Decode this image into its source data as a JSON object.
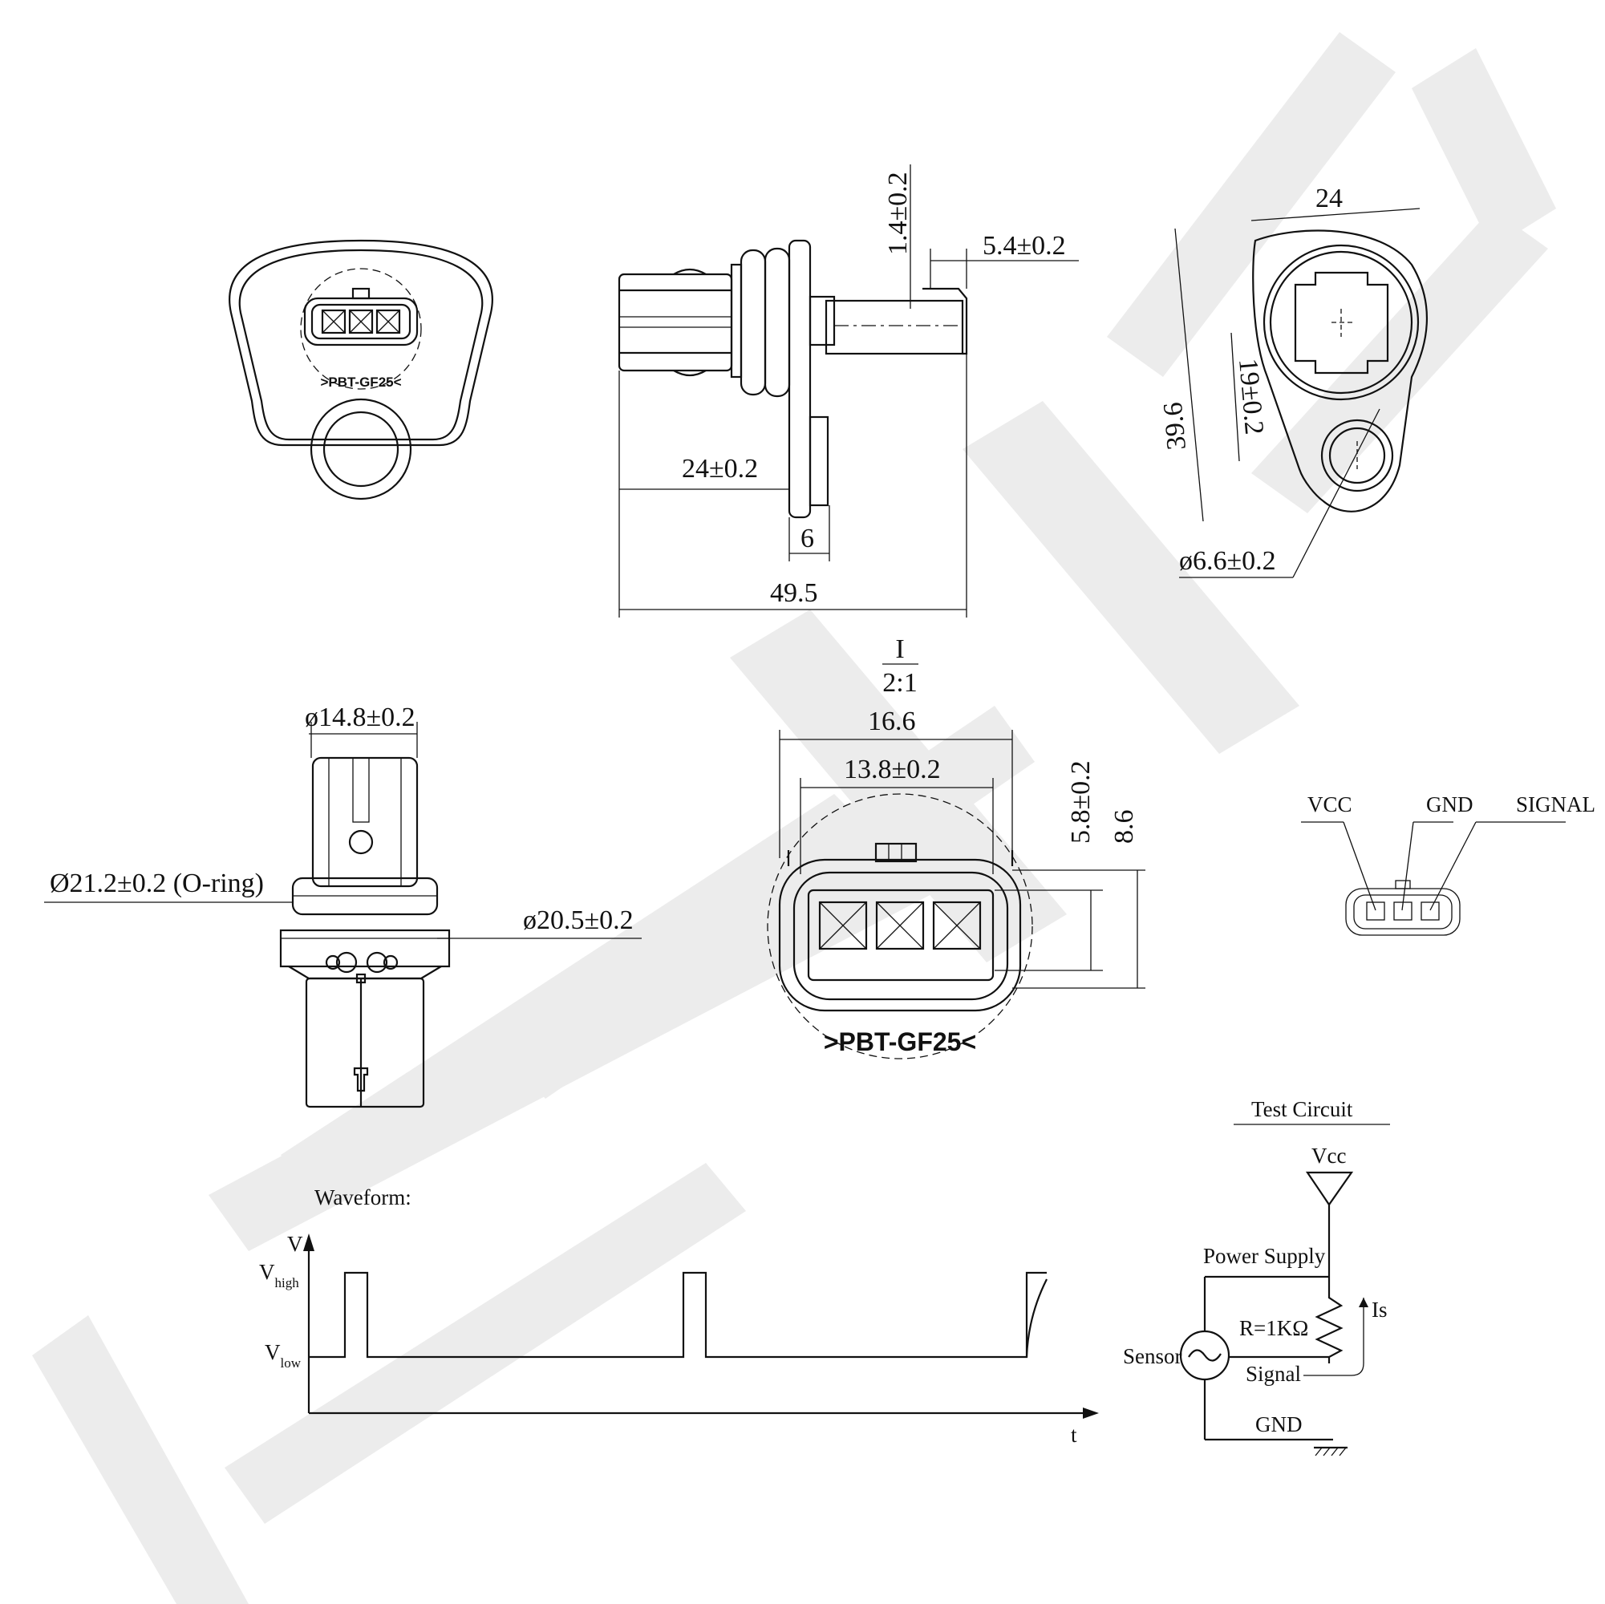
{
  "watermark": {
    "color": "#ececec"
  },
  "side_view": {
    "dims": {
      "d1": "1.4±0.2",
      "d2": "5.4±0.2",
      "d3": "24±0.2",
      "d4": "6",
      "d5": "49.5"
    }
  },
  "front_view": {
    "material_mark": ">PBT-GF25<"
  },
  "right_view": {
    "dims": {
      "width": "24",
      "height": "39.6",
      "center": "19±0.2",
      "hole": "ø6.6±0.2"
    }
  },
  "lower_side_view": {
    "dims": {
      "top": "ø14.8±0.2",
      "oring": "Ø21.2±0.2 (O-ring)",
      "flange": "ø20.5±0.2"
    }
  },
  "detail_view": {
    "label": "I",
    "scale": "2:1",
    "material_mark": ">PBT-GF25<",
    "dims": {
      "outer": "16.6",
      "inner": "13.8±0.2",
      "h1": "5.8±0.2",
      "h2": "8.6"
    }
  },
  "pinout": {
    "pins": [
      "VCC",
      "GND",
      "SIGNAL"
    ]
  },
  "test_circuit": {
    "title": "Test Circuit",
    "vcc": "Vcc",
    "power_supply": "Power Supply",
    "resistor": "R=1KΩ",
    "current": "Is",
    "sensor": "Sensor",
    "signal": "Signal",
    "gnd": "GND"
  },
  "waveform": {
    "title": "Waveform:",
    "y_axis": "V",
    "x_axis": "t",
    "v_high": "V",
    "v_high_sub": "high",
    "v_low": "V",
    "v_low_sub": "low"
  }
}
